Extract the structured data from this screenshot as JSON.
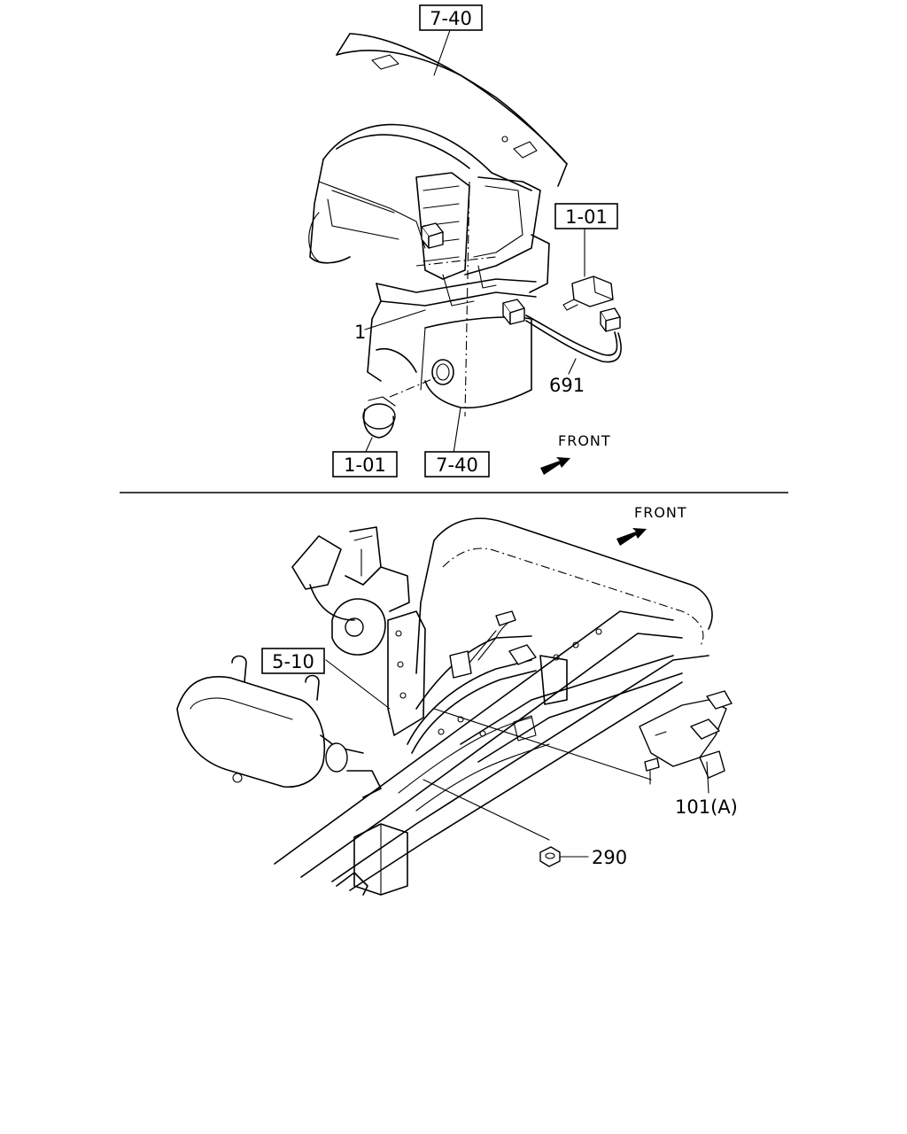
{
  "top": {
    "refs": {
      "ref_7_40_top": "7-40",
      "ref_1_01_right": "1-01",
      "ref_1_01_bottom": "1-01",
      "ref_7_40_bottom": "7-40"
    },
    "parts": {
      "part_1": "1",
      "part_691": "691"
    },
    "front_label": "FRONT"
  },
  "bottom": {
    "refs": {
      "ref_5_10": "5-10"
    },
    "parts": {
      "part_101a": "101(A)",
      "part_290": "290"
    },
    "front_label": "FRONT"
  }
}
